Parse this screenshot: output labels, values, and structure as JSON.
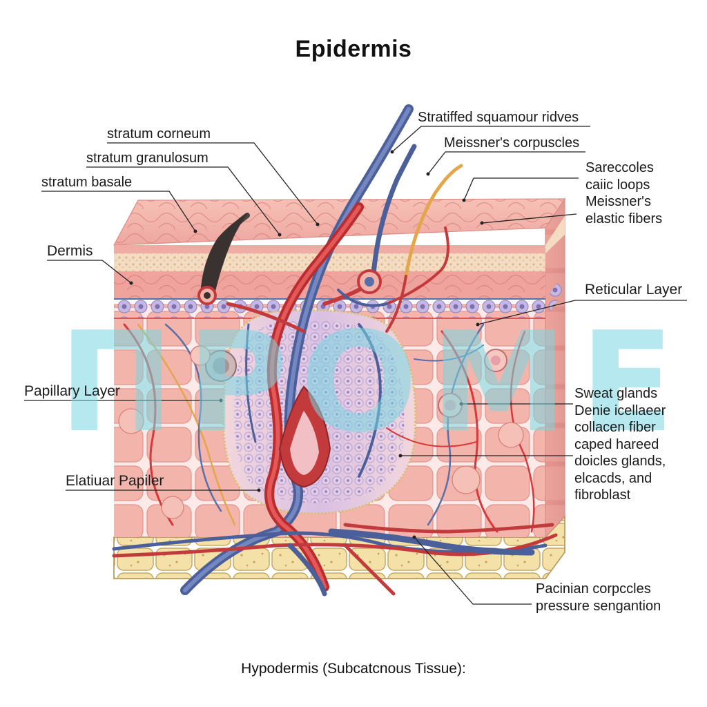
{
  "title": "Epidermis",
  "bottom_title": "Hypodermis (Subcatcnous Tissue):",
  "watermark": "ПРОМЕД",
  "left_labels": {
    "stratum_corneum": "stratum corneum",
    "stratum_granulosum": "stratum granulosum",
    "stratum_basale": "stratum basale",
    "dermis": "Dermis",
    "papillary_layer": "Papillary Layer",
    "elatiuar_papiler": "Elatiuar Papiler"
  },
  "right_labels": {
    "stratified": "Stratiffed squamour ridves",
    "meissner_corpuscles": "Meissner's corpuscles",
    "sareccoles": [
      "Sareccoles",
      "caiic loops",
      "Meissner's",
      "elastic fibers"
    ],
    "reticular_layer": "Reticular Layer",
    "sweat_glands": [
      "Sweat glands",
      "Denie icellaeer",
      "collacen fiber",
      "caped hareed",
      "doicles glands,",
      "elcacds, and",
      "fibroblast"
    ],
    "pacinian": [
      "Pacinian corpccles",
      "pressure sengantion"
    ]
  },
  "colors": {
    "epidermis": "#eea7a0",
    "granular": "#f2dcc0",
    "dermis": "#f0aaa4",
    "artery": "#d8383a",
    "vein": "#5a6fa8",
    "fat": "#ecd79a",
    "hair": "#3a3230",
    "nerve": "#e3a64a",
    "basal_cells": "#a99cd0"
  }
}
